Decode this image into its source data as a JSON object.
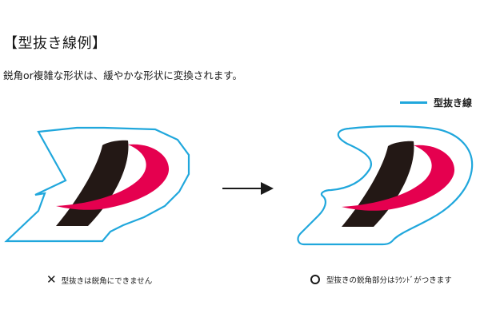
{
  "page": {
    "title": "【型抜き線例】",
    "description": "鋭角or複雑な形状は、緩やかな形状に変換されます。"
  },
  "legend": {
    "label": "型抜き線",
    "color": "#20a7dc"
  },
  "figures": {
    "ng_caption": "型抜きは鋭角にできません",
    "ok_caption": "型抜きの鋭角部分はﾗｳﾝﾄﾞがつきます",
    "arrow": "→"
  },
  "colors": {
    "outline": "#20a7dc",
    "black_stroke": "#231815",
    "red_stroke": "#e5004f"
  },
  "icons": {
    "ng_mark": "cross-mark-icon",
    "ok_mark": "circle-mark-icon"
  }
}
